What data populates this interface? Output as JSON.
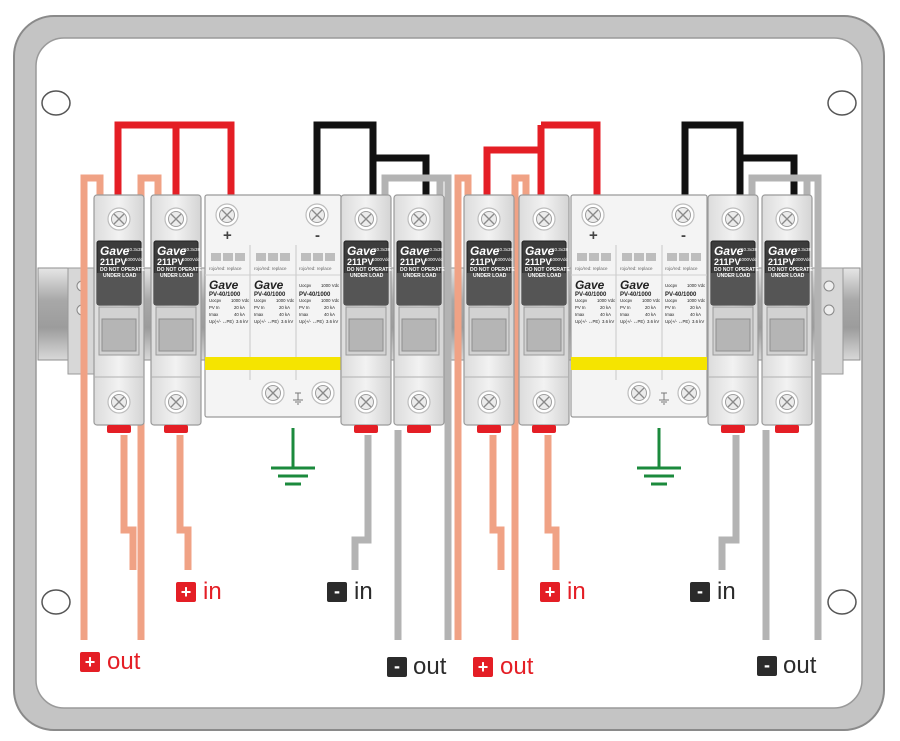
{
  "fuse": {
    "brand": "Gave",
    "model": "211PV",
    "size": "10.3x38",
    "voltage": "1000Vdc",
    "warning_line1": "DO NOT OPERATE",
    "warning_line2": "UNDER LOAD"
  },
  "spd": {
    "brand": "Gave",
    "model": "PV-40/1000",
    "replace_text": "rojo/red: replace",
    "plus_sign": "+",
    "minus_sign": "-",
    "spec_uocpv": "Uocpv",
    "spec_uocpv_val": "1000 Vdc",
    "spec_in": "PV In",
    "spec_in_val": "20 kA",
    "spec_imax": "Imax",
    "spec_imax_val": "40 kA",
    "spec_up": "Up(+/- ↔PE)",
    "spec_up_val": "3.6 kV"
  },
  "labels": {
    "plus_in": "in",
    "minus_in": "in",
    "plus_out": "out",
    "minus_out": "out",
    "plus_symbol": "+",
    "minus_symbol": "-"
  },
  "colors": {
    "positive_wire": "#e41e25",
    "negative_wire": "#111111",
    "positive_out_wire": "#f0a285",
    "negative_out_wire": "#b3b3b3",
    "ground_wire": "#1b8a3c",
    "yellow_band": "#f5e400"
  }
}
